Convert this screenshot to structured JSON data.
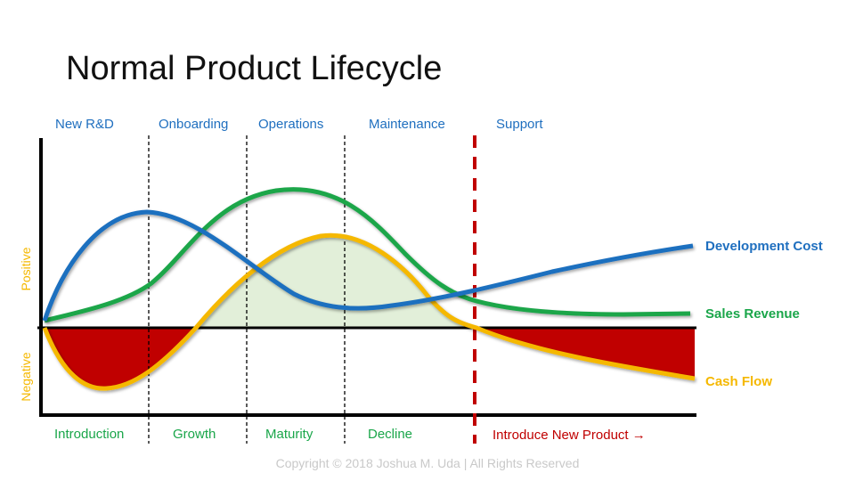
{
  "title": "Normal Product Lifecycle",
  "copyright": "Copyright © 2018 Joshua M. Uda | All Rights Reserved",
  "top_labels": [
    "New R&D",
    "Onboarding",
    "Operations",
    "Maintenance",
    "Support"
  ],
  "stage_labels": [
    "Introduction",
    "Growth",
    "Maturity",
    "Decline"
  ],
  "introduce_label": "Introduce New Product →",
  "axis_labels": {
    "positive": "Positive",
    "negative": "Negative"
  },
  "series": {
    "development": {
      "name": "Development Cost",
      "color": "#1f6fbf"
    },
    "sales": {
      "name": "Sales Revenue",
      "color": "#1aa64a"
    },
    "cashflow": {
      "name": "Cash Flow",
      "color": "#f5b800"
    }
  },
  "colors": {
    "top_label": "#1f6fbf",
    "stage_label": "#1aa64a",
    "introduce": "#c00000",
    "axis_label": "#f5b800",
    "loss_fill": "#c00000",
    "profit_fill": "#e2efd9"
  }
}
